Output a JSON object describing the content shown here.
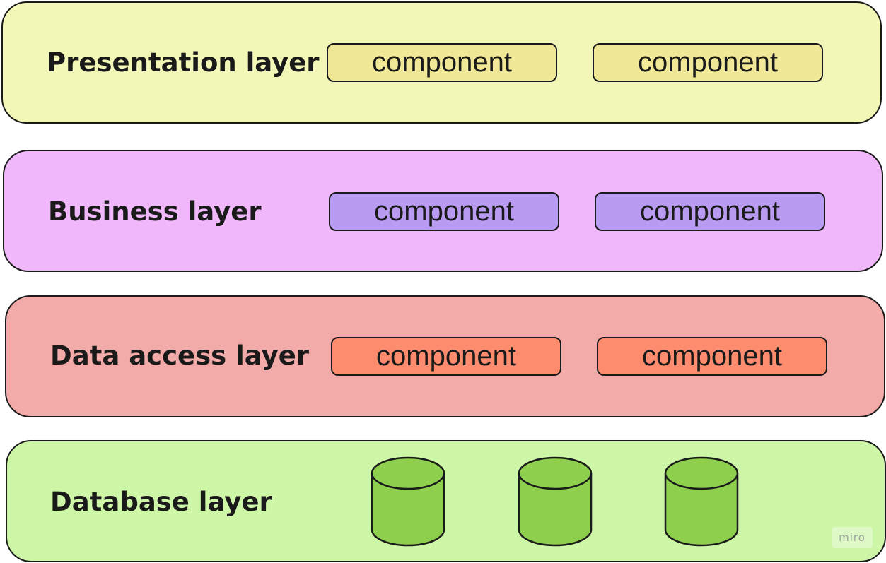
{
  "colors": {
    "presentation_bg": "#f2f7b7",
    "presentation_component": "#f0e896",
    "business_bg": "#f0b8fb",
    "business_component": "#b99bf2",
    "data_access_bg": "#f3abaa",
    "data_access_component": "#fd8c6e",
    "database_bg": "#cdf6a7",
    "database_cylinder": "#8ed04e",
    "outline": "#1a1a1a"
  },
  "layers": [
    {
      "label": "Presentation layer",
      "components": [
        "component",
        "component"
      ]
    },
    {
      "label": "Business layer",
      "components": [
        "component",
        "component"
      ]
    },
    {
      "label": "Data access layer",
      "components": [
        "component",
        "component"
      ]
    },
    {
      "label": "Database layer",
      "databases": [
        "database-icon",
        "database-icon",
        "database-icon"
      ]
    }
  ],
  "watermark": "miro"
}
